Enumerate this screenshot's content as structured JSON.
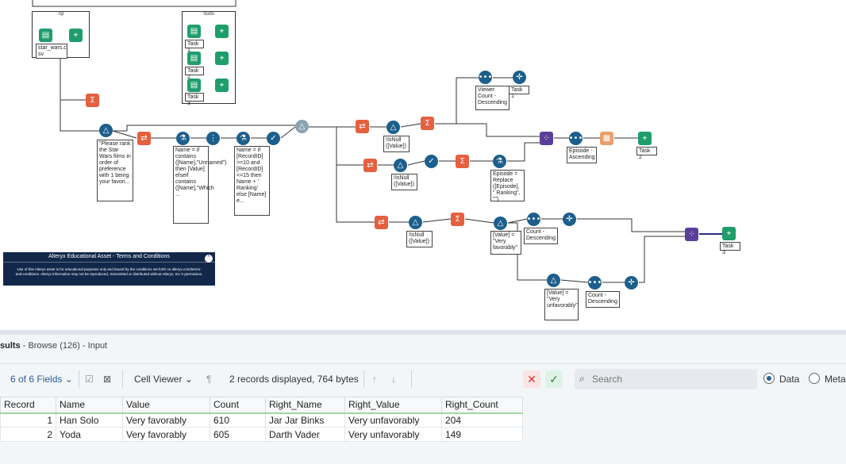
{
  "canvas": {
    "containers": [
      {
        "title": "Tip"
      },
      {
        "title": "Subs"
      }
    ],
    "input_label": "star_wars.c\nsv",
    "task_labels": [
      "Task 1",
      "Task 2",
      "Task 3",
      "Task 1",
      "Task 2",
      "Task 3"
    ],
    "annotations": {
      "question": "\"Please rank the Star Wars films in order of preference with 1 being your favori...",
      "formula1": "Name = if contains ([Name],\"Unnamed\") then [Value] elseif contains ([Name],\"Which ...",
      "formula2": "Name = if [RecordID] >=10 and [RecordID] <=15 then Name + ' Ranking' else [Name] e...",
      "filter1": "!IsNull ([Value])",
      "filter2": "!IsNull ([Value])",
      "filter3": "!IsNull ([Value])",
      "viewer_sort": "Viewer Count - Descending",
      "episode_replace": "Episode = Replace ([Episode], \" Ranking\", \"\")",
      "episode_sort": "Episode - Ascending",
      "very_fav": "[Value] = \"Very favorably\"",
      "count_desc1": "Count - Descending",
      "very_unfav": "[Value] = \"Very unfavorably\"",
      "count_desc2": "Count - Descending"
    },
    "edu_banner": {
      "title": "Alteryx Educational Asset - Terms and Conditions",
      "body": "Use of this Alteryx asset is for educational purposes only and bound by the conditions set forth on alteryx.com/terms-and-conditions. Alteryx information may not be reproduced, transmitted or distributed without Alteryx, Inc.'s permission.",
      "collapse_icon": "chevron-up-icon"
    }
  },
  "results": {
    "header_prefix": "sults",
    "header_rest": " - Browse (126) - Input",
    "toolbar": {
      "fields": "6 of 6 Fields",
      "cell_viewer": "Cell Viewer",
      "records_info": "2 records displayed, 764 bytes",
      "search_placeholder": "Search",
      "radio_data": "Data",
      "radio_meta": "Meta"
    },
    "columns": [
      "Record",
      "Name",
      "Value",
      "Count",
      "Right_Name",
      "Right_Value",
      "Right_Count"
    ],
    "rows": [
      {
        "record": "1",
        "name": "Han Solo",
        "value": "Very favorably",
        "count": "610",
        "right_name": "Jar Jar Binks",
        "right_value": "Very unfavorably",
        "right_count": "204"
      },
      {
        "record": "2",
        "name": "Yoda",
        "value": "Very favorably",
        "count": "605",
        "right_name": "Darth Vader",
        "right_value": "Very unfavorably",
        "right_count": "149"
      }
    ],
    "colors": {
      "accent": "#2a5f9a",
      "header_underline": "#9fd89f"
    }
  }
}
